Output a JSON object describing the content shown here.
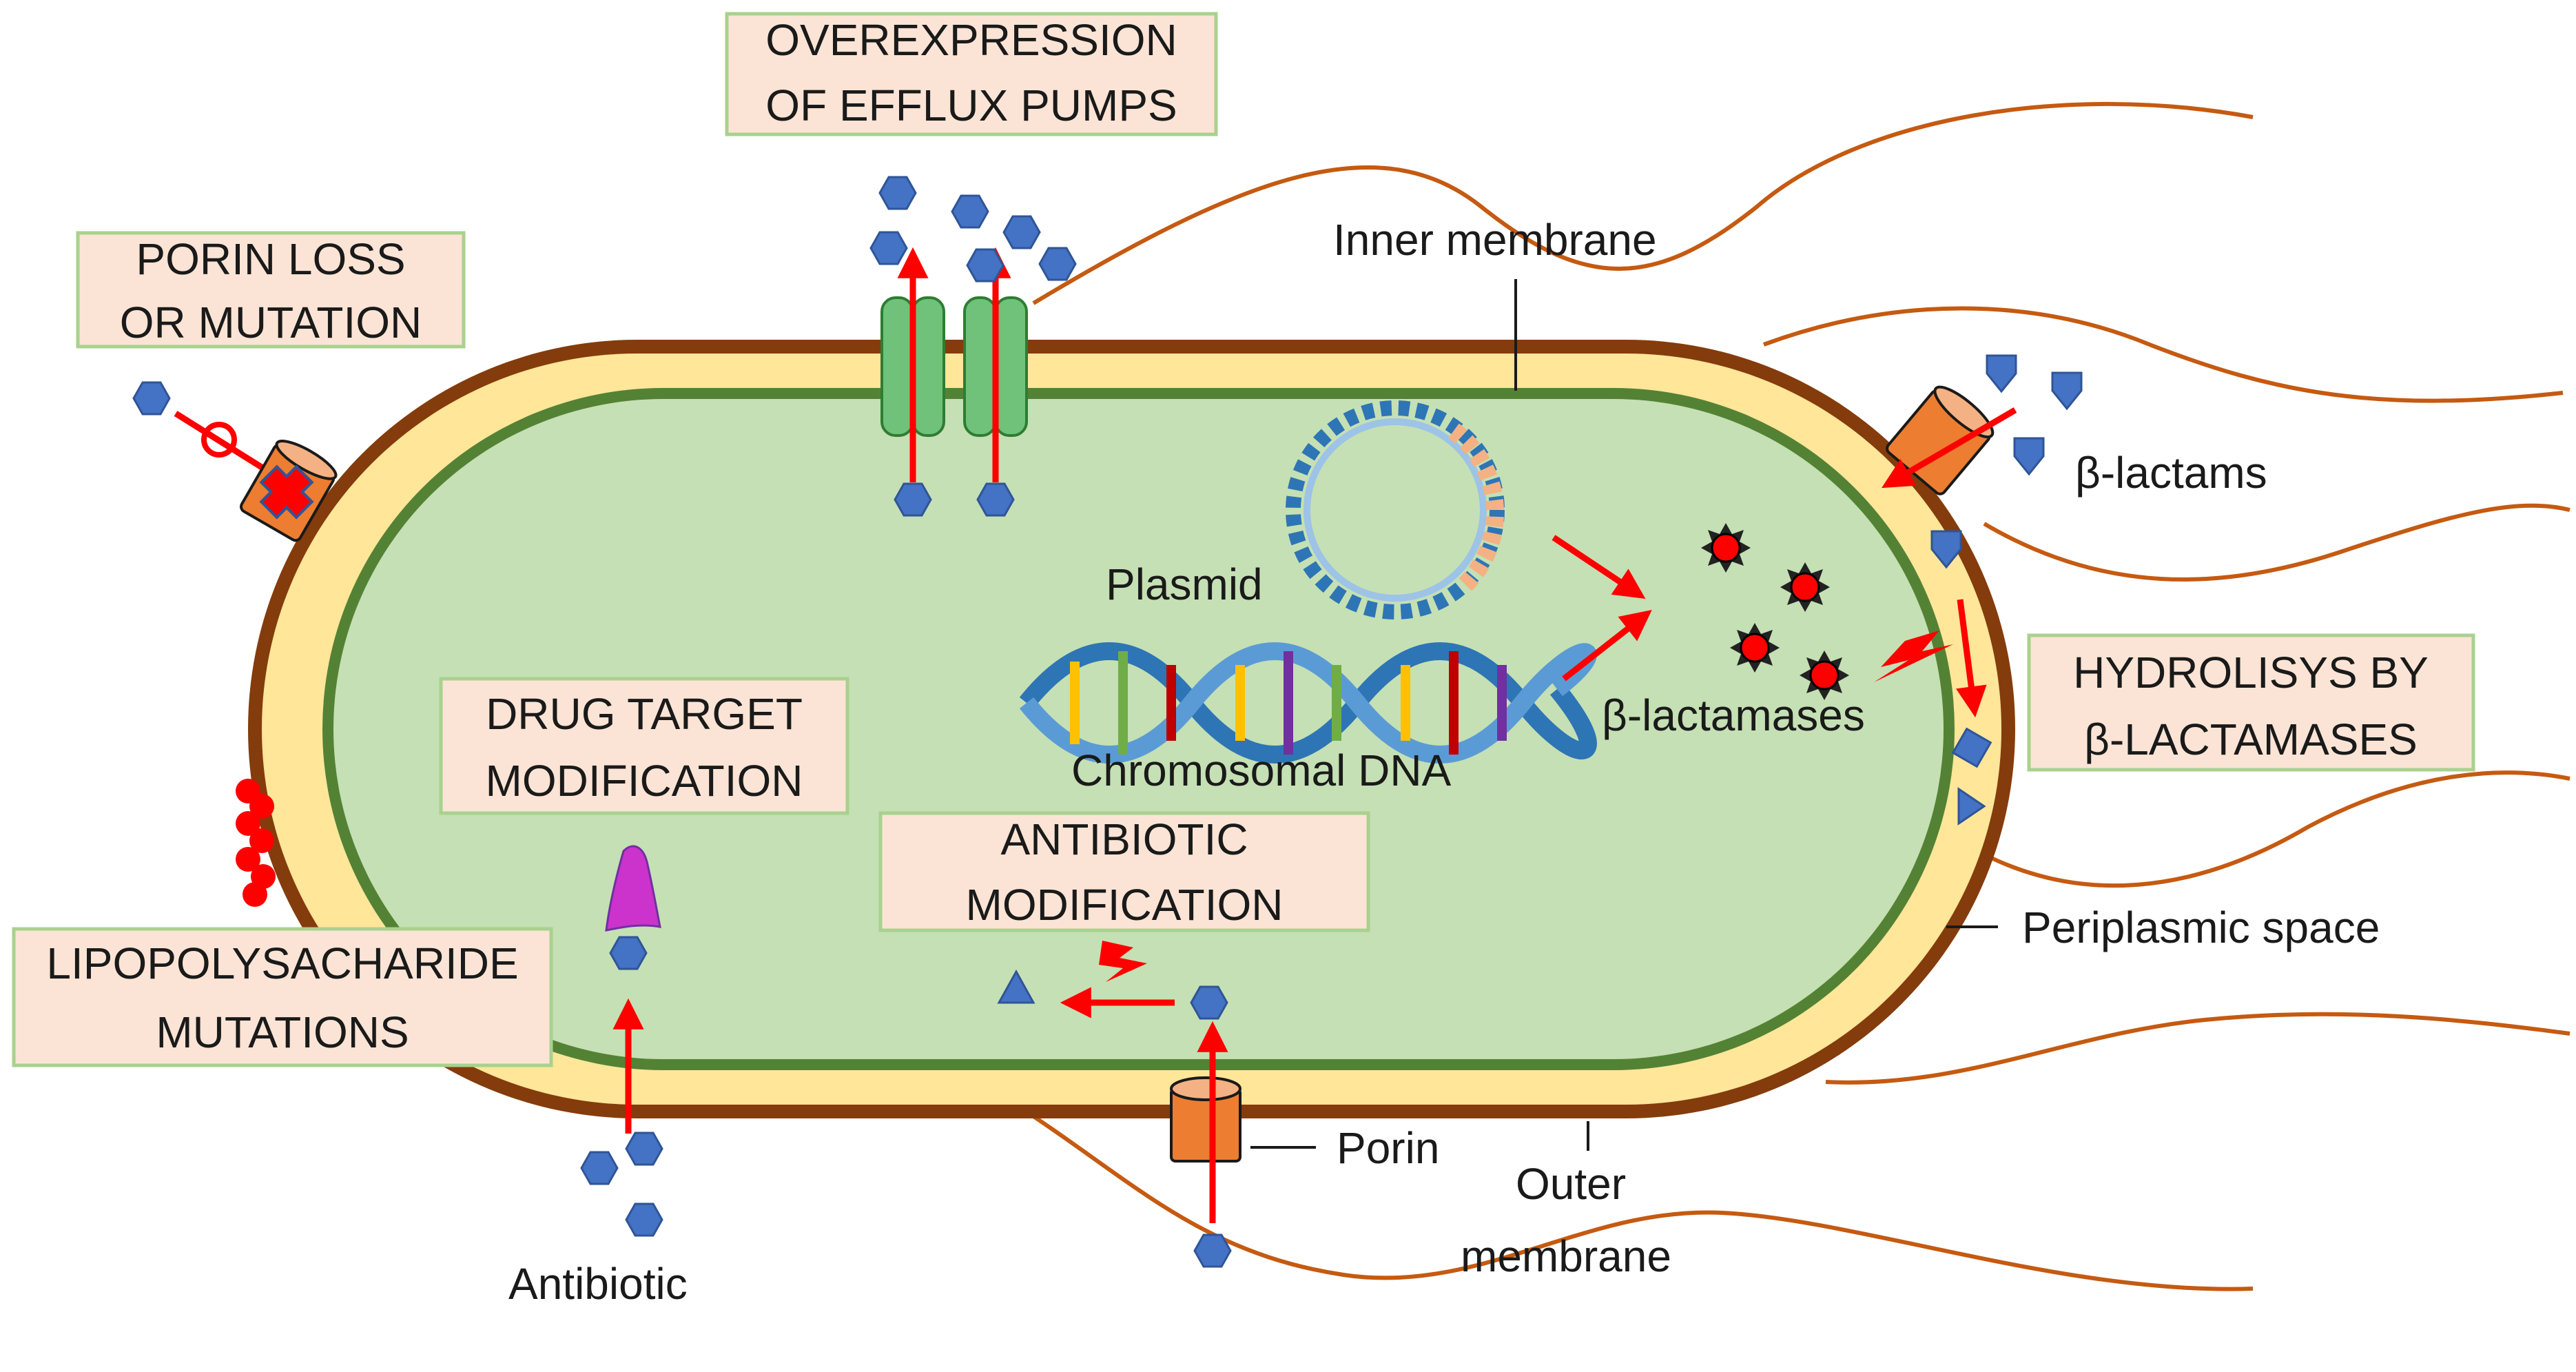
{
  "diagram": {
    "boxes": {
      "efflux": {
        "line1": "OVEREXPRESSION",
        "line2": "OF EFFLUX PUMPS"
      },
      "porin_loss": {
        "line1": "PORIN LOSS",
        "line2": "OR MUTATION"
      },
      "hydrolysis": {
        "line1": "HYDROLISYS BY",
        "line2": "β-LACTAMASES"
      },
      "drug_target": {
        "line1": "DRUG TARGET",
        "line2": "MODIFICATION"
      },
      "antibiotic_mod": {
        "line1": "ANTIBIOTIC",
        "line2": "MODIFICATION"
      },
      "lps": {
        "line1": "LIPOPOLYSACHARIDE",
        "line2": "MUTATIONS"
      }
    },
    "labels": {
      "inner_membrane": "Inner membrane",
      "beta_lactams": "β-lactams",
      "plasmid": "Plasmid",
      "beta_lactamases": "β-lactamases",
      "chromosomal_dna": "Chromosomal DNA",
      "periplasmic_space": "Periplasmic space",
      "porin": "Porin",
      "outer_membrane_1": "Outer",
      "outer_membrane_2": "membrane",
      "antibiotic": "Antibiotic"
    },
    "colors": {
      "cytoplasm": "#c5e0b4",
      "periplasm": "#ffe699",
      "outer_membrane": "#843c0c",
      "inner_membrane": "#548235",
      "antibiotic": "#4472c4",
      "arrow": "#ff0000",
      "porin": "#ed7d31",
      "efflux_pump": "#70c17a",
      "box_fill": "#fbe4d5",
      "box_border": "#a9d18e"
    }
  }
}
